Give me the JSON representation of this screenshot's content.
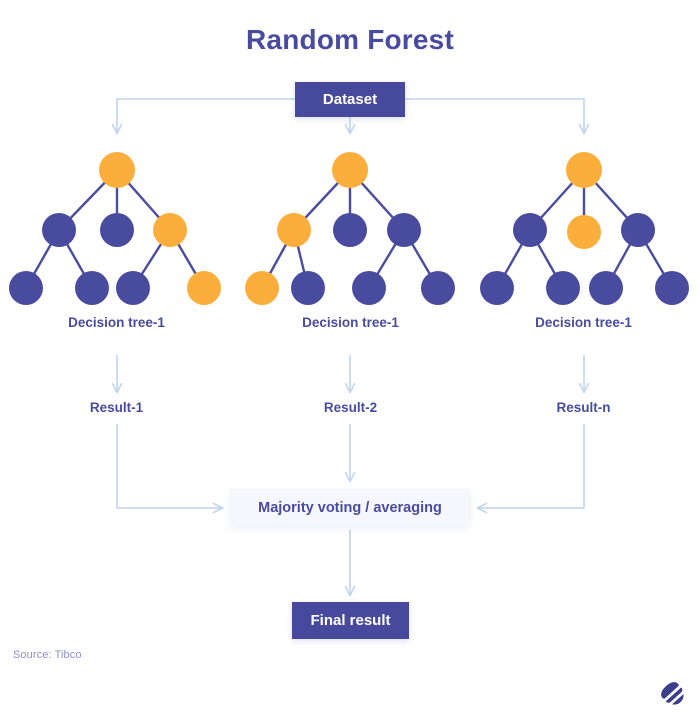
{
  "page": {
    "title": "Random Forest",
    "background": "#ffffff",
    "source_note": "Source: Tibco",
    "logo_name": "tibco-logo"
  },
  "colors": {
    "indigo": "#494B9E",
    "indigo_box": "#474A9C",
    "orange": "#FBAE3C",
    "connector": "#BFD4EF",
    "edge": "#4A4C9D",
    "soft_box_bg": "#F5F7FD",
    "source_text": "#8B8FD0"
  },
  "nodes": {
    "dataset_label": "Dataset",
    "majority_label": "Majority voting / averaging",
    "final_result_label": "Final result"
  },
  "trees": [
    {
      "label": "Decision tree-1",
      "result_label": "Result-1",
      "root": {
        "color": "orange"
      },
      "level2": [
        {
          "color": "purple"
        },
        {
          "color": "purple"
        },
        {
          "color": "orange"
        }
      ],
      "leaves": [
        {
          "color": "purple"
        },
        {
          "color": "purple"
        },
        {
          "color": "purple"
        },
        {
          "color": "orange"
        }
      ]
    },
    {
      "label": "Decision tree-1",
      "result_label": "Result-2",
      "root": {
        "color": "orange"
      },
      "level2": [
        {
          "color": "orange"
        },
        {
          "color": "purple"
        },
        {
          "color": "purple"
        }
      ],
      "leaves": [
        {
          "color": "orange"
        },
        {
          "color": "purple"
        },
        {
          "color": "purple"
        },
        {
          "color": "purple"
        }
      ]
    },
    {
      "label": "Decision tree-1",
      "result_label": "Result-n",
      "root": {
        "color": "orange"
      },
      "level2": [
        {
          "color": "purple"
        },
        {
          "color": "orange"
        },
        {
          "color": "purple"
        }
      ],
      "leaves": [
        {
          "color": "purple"
        },
        {
          "color": "purple"
        },
        {
          "color": "purple"
        },
        {
          "color": "purple"
        }
      ]
    }
  ],
  "flow": {
    "dataset_to_trees": "Dataset fans out to three decision trees",
    "trees_to_results": "Each decision tree yields a result",
    "results_to_voting": "Results feed majority voting / averaging",
    "voting_to_final": "Majority voting produces the final result"
  }
}
